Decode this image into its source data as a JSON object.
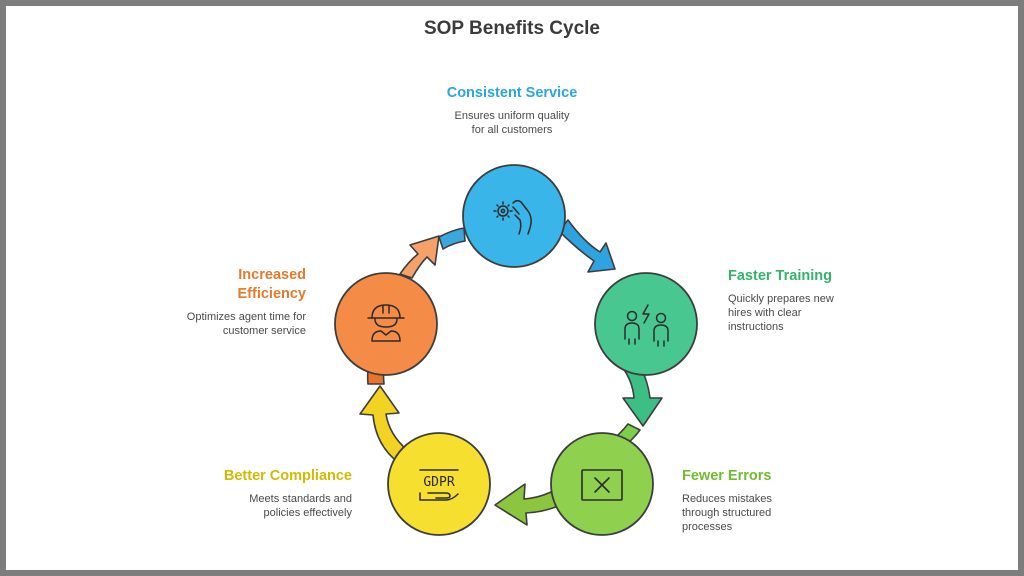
{
  "title": "SOP Benefits Cycle",
  "stages": [
    {
      "title": "Consistent Service",
      "desc_lines": [
        "Ensures uniform quality",
        "for all customers"
      ],
      "color": "#29a8d9",
      "icon": "hand-gear-icon"
    },
    {
      "title": "Faster Training",
      "desc_lines": [
        "Quickly prepares new",
        "hires with clear",
        "instructions"
      ],
      "color": "#34b36a",
      "icon": "people-lightning-icon"
    },
    {
      "title": "Fewer Errors",
      "desc_lines": [
        "Reduces mistakes",
        "through structured",
        "processes"
      ],
      "color": "#6fbd2c",
      "icon": "window-close-icon"
    },
    {
      "title": "Better Compliance",
      "desc_lines": [
        "Meets standards and",
        "policies effectively"
      ],
      "color": "#d4b900",
      "icon": "gdpr-hand-icon"
    },
    {
      "title": "Increased Efficiency",
      "title_lines": [
        "Increased",
        "Efficiency"
      ],
      "desc_lines": [
        "Optimizes agent time for",
        "customer service"
      ],
      "color": "#e47a2c",
      "icon": "hardhat-worker-icon"
    }
  ],
  "icons": {
    "gdpr_text": "GDPR"
  }
}
